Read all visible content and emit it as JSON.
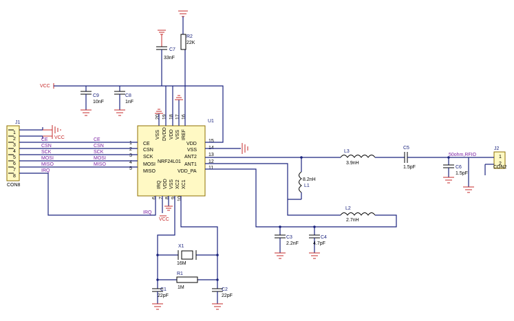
{
  "u1": {
    "designator": "U1",
    "part": "NRF24L01",
    "left_pins": [
      "CE",
      "CSN",
      "SCK",
      "MOSI",
      "MISO"
    ],
    "left_nums": [
      "1",
      "2",
      "3",
      "4",
      "5"
    ],
    "right_pins": [
      "VDD",
      "VSS",
      "ANT2",
      "ANT1",
      "VDD_PA"
    ],
    "right_nums": [
      "15",
      "14",
      "13",
      "12",
      "11"
    ],
    "top_pins": [
      "VSS",
      "DVDD",
      "VDD",
      "VSS",
      "IREF"
    ],
    "top_nums": [
      "20",
      "19",
      "18",
      "17",
      "16"
    ],
    "bottom_pins": [
      "IRQ",
      "VDD",
      "VSS",
      "XC2",
      "XC1"
    ],
    "bottom_nums": [
      "6",
      "7",
      "8",
      "9",
      "10"
    ]
  },
  "j1": {
    "designator": "J1",
    "name": "CON8",
    "pin_nums": [
      "1",
      "2",
      "3",
      "4",
      "5",
      "6",
      "7",
      "8"
    ]
  },
  "j2": {
    "designator": "J2",
    "name": "CON2",
    "pin_nums": [
      "1",
      "2"
    ]
  },
  "nets": {
    "ce": "CE",
    "csn": "CSN",
    "sck": "SCK",
    "mosi": "MOSI",
    "miso": "MISO",
    "irq": "IRQ",
    "vcc": "VCC",
    "rfio": "50ohm,RFIO"
  },
  "components": {
    "c7": {
      "des": "C7",
      "val": "33nF"
    },
    "r2": {
      "des": "R2",
      "val": "22K"
    },
    "c9": {
      "des": "C9",
      "val": "10nF"
    },
    "c8": {
      "des": "C8",
      "val": "1nF"
    },
    "l3": {
      "des": "L3",
      "val": "3.9nH"
    },
    "c5": {
      "des": "C5",
      "val": "1.5pF"
    },
    "c6": {
      "des": "C6",
      "val": "1.5pF"
    },
    "l1": {
      "des": "L1",
      "val": "8.2nH"
    },
    "l2": {
      "des": "L2",
      "val": "2.7nH"
    },
    "c3": {
      "des": "C3",
      "val": "2.2nF"
    },
    "c4": {
      "des": "C4",
      "val": "4.7pF"
    },
    "x1": {
      "des": "X1",
      "val": "16M"
    },
    "r1": {
      "des": "R1",
      "val": "1M"
    },
    "c1": {
      "des": "C1",
      "val": "22pF"
    },
    "c2": {
      "des": "C2",
      "val": "22pF"
    }
  },
  "colors": {
    "wire": "#1a237e",
    "ground": "#c62828",
    "ic_fill": "#fff9c4"
  }
}
